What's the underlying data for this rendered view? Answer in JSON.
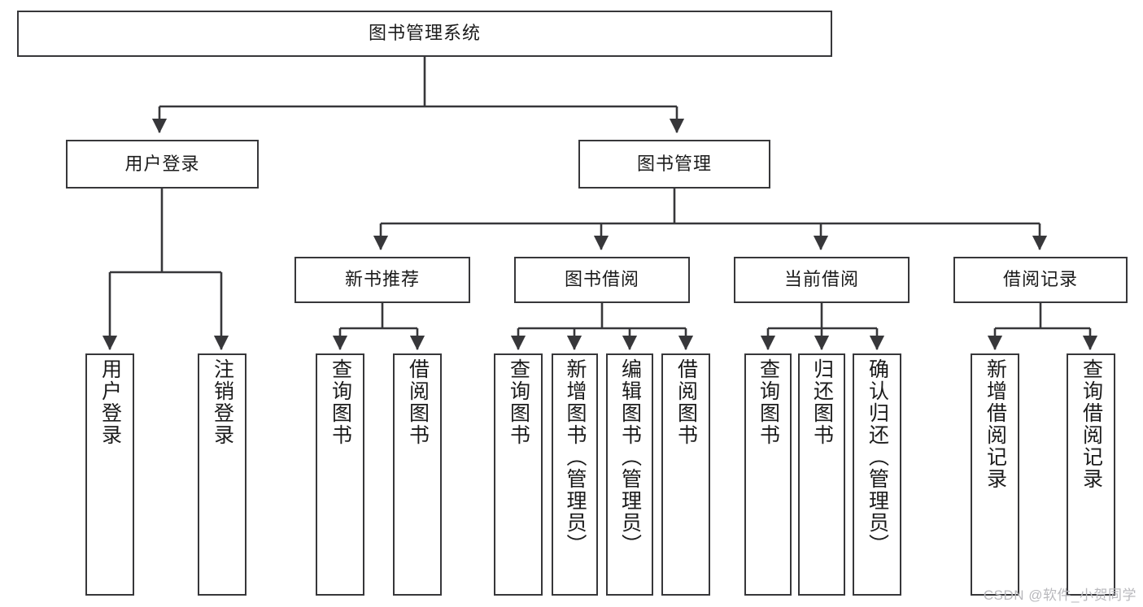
{
  "diagram": {
    "title": "图书管理系统",
    "type": "hierarchy-tree",
    "watermark": "CSDN @软件_小贺同学",
    "colors": {
      "box_border": "#37373a",
      "box_fill": "#ffffff",
      "connector": "#37373a",
      "text": "#1b1b1b",
      "watermark": "#b9b9bd"
    },
    "nodes": {
      "root": {
        "label": "图书管理系统"
      },
      "level1": [
        {
          "label": "用户登录"
        },
        {
          "label": "图书管理"
        }
      ],
      "level2": [
        {
          "label": "新书推荐"
        },
        {
          "label": "图书借阅"
        },
        {
          "label": "当前借阅"
        },
        {
          "label": "借阅记录"
        }
      ],
      "leaves_user_login": [
        {
          "label": "用户登录"
        },
        {
          "label": "注销登录"
        }
      ],
      "leaves_new_book": [
        {
          "label": "查询图书"
        },
        {
          "label": "借阅图书"
        }
      ],
      "leaves_borrow": [
        {
          "label": "查询图书"
        },
        {
          "label": "新增图书（管理员）"
        },
        {
          "label": "编辑图书（管理员）"
        },
        {
          "label": "借阅图书"
        }
      ],
      "leaves_current": [
        {
          "label": "查询图书"
        },
        {
          "label": "归还图书"
        },
        {
          "label": "确认归还（管理员）"
        }
      ],
      "leaves_record": [
        {
          "label": "新增借阅记录"
        },
        {
          "label": "查询借阅记录"
        }
      ]
    }
  }
}
